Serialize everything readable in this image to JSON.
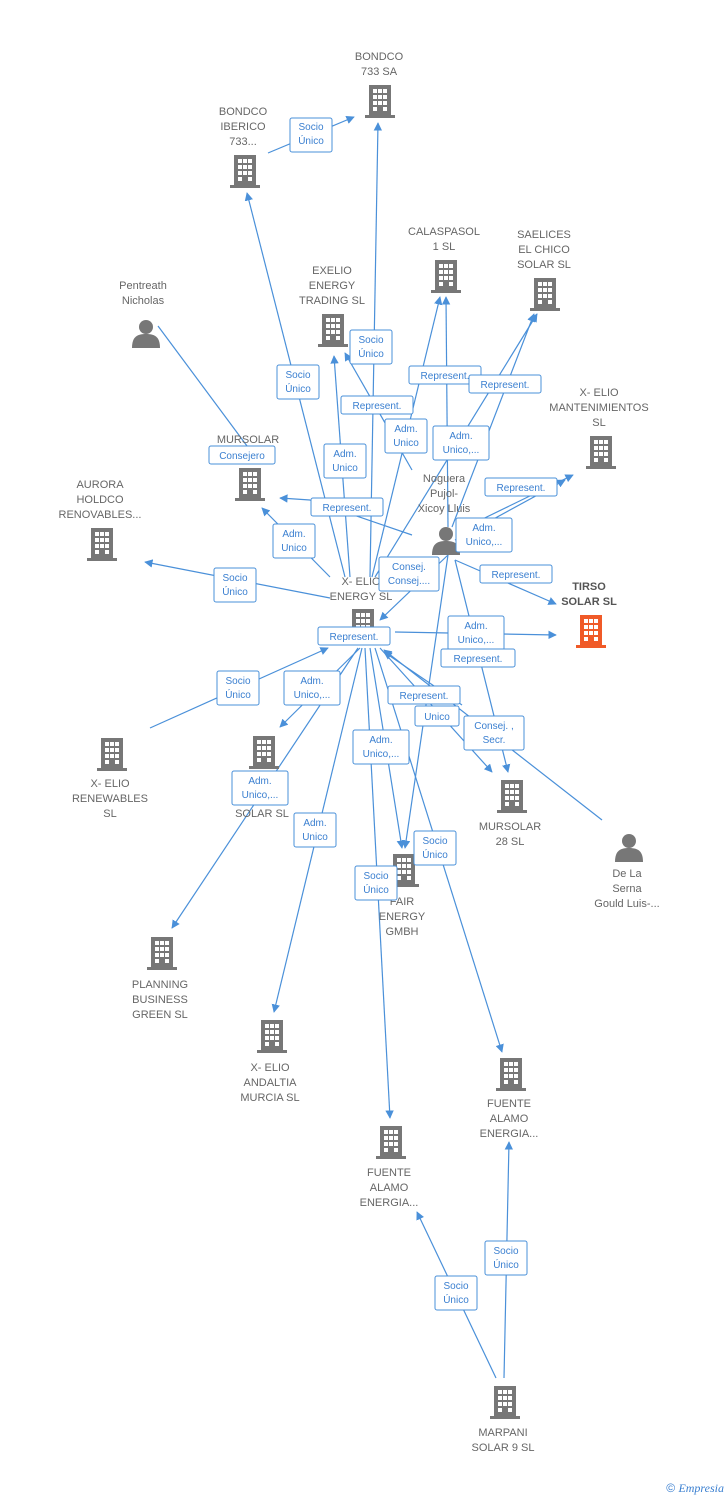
{
  "colors": {
    "edge": "#4a90d9",
    "node": "#777777",
    "highlight": "#f05a28",
    "label": "#666666"
  },
  "footer": {
    "copyright": "©",
    "brand": "Empresia"
  },
  "nodes": [
    {
      "id": "bondco733",
      "type": "company",
      "lines": [
        "BONDCO",
        "733 SA"
      ]
    },
    {
      "id": "bondcoIberico",
      "type": "company",
      "lines": [
        "BONDCO",
        "IBERICO",
        "733..."
      ]
    },
    {
      "id": "calaspasol",
      "type": "company",
      "lines": [
        "CALASPASOL",
        "1  SL"
      ]
    },
    {
      "id": "saelices",
      "type": "company",
      "lines": [
        "SAELICES",
        "EL CHICO",
        "SOLAR SL"
      ]
    },
    {
      "id": "exelioTrading",
      "type": "company",
      "lines": [
        "EXELIO",
        "ENERGY",
        "TRADING  SL"
      ]
    },
    {
      "id": "pentreath",
      "type": "person",
      "lines": [
        "Pentreath",
        "Nicholas"
      ]
    },
    {
      "id": "xelioMant",
      "type": "company",
      "lines": [
        "X- ELIO",
        "MANTENIMIENTOS",
        "SL"
      ]
    },
    {
      "id": "mursolar",
      "type": "company",
      "lines": [
        "MURSOLAR"
      ]
    },
    {
      "id": "aurora",
      "type": "company",
      "lines": [
        "AURORA",
        "HOLDCO",
        "RENOVABLES..."
      ]
    },
    {
      "id": "noguera",
      "type": "person",
      "lines": [
        "Noguera",
        "Pujol-",
        "Xicoy Lluis"
      ]
    },
    {
      "id": "tirso",
      "type": "company",
      "highlight": true,
      "lines": [
        "TIRSO",
        "SOLAR  SL"
      ]
    },
    {
      "id": "xelioEnergy",
      "type": "company",
      "lines": [
        "X- ELIO",
        "ENERGY  SL"
      ]
    },
    {
      "id": "xelioRenew",
      "type": "company",
      "lines": [
        "X- ELIO",
        "RENEWABLES",
        "SL"
      ]
    },
    {
      "id": "solarSL",
      "type": "company",
      "lines": [
        "SOLAR SL"
      ]
    },
    {
      "id": "mursolar28",
      "type": "company",
      "lines": [
        "MURSOLAR",
        "28 SL"
      ]
    },
    {
      "id": "delaserna",
      "type": "person",
      "lines": [
        "De La",
        "Serna",
        "Gould Luis-..."
      ]
    },
    {
      "id": "fairEnergy",
      "type": "company",
      "lines": [
        "FAIR",
        "ENERGY",
        "GMBH"
      ]
    },
    {
      "id": "planning",
      "type": "company",
      "lines": [
        "PLANNING",
        "BUSINESS",
        "GREEN  SL"
      ]
    },
    {
      "id": "xelioAndaltia",
      "type": "company",
      "lines": [
        "X- ELIO",
        "ANDALTIA",
        "MURCIA  SL"
      ]
    },
    {
      "id": "fuenteAlamo1",
      "type": "company",
      "lines": [
        "FUENTE",
        "ALAMO",
        "ENERGIA..."
      ]
    },
    {
      "id": "fuenteAlamo2",
      "type": "company",
      "lines": [
        "FUENTE",
        "ALAMO",
        "ENERGIA..."
      ]
    },
    {
      "id": "marpani",
      "type": "company",
      "lines": [
        "MARPANI",
        "SOLAR 9  SL"
      ]
    }
  ],
  "edge_labels": [
    {
      "lines": [
        "Socio",
        "Único"
      ]
    },
    {
      "lines": [
        "Socio",
        "Único"
      ]
    },
    {
      "lines": [
        "Socio",
        "Único"
      ]
    },
    {
      "lines": [
        "Represent."
      ]
    },
    {
      "lines": [
        "Represent."
      ]
    },
    {
      "lines": [
        "Represent."
      ]
    },
    {
      "lines": [
        "Adm.",
        "Unico"
      ]
    },
    {
      "lines": [
        "Adm.",
        "Unico,..."
      ]
    },
    {
      "lines": [
        "Consejero"
      ]
    },
    {
      "lines": [
        "Adm.",
        "Unico"
      ]
    },
    {
      "lines": [
        "Represent."
      ]
    },
    {
      "lines": [
        "Represent."
      ]
    },
    {
      "lines": [
        "Adm.",
        "Unico"
      ]
    },
    {
      "lines": [
        "Adm.",
        "Unico,..."
      ]
    },
    {
      "lines": [
        "Socio",
        "Único"
      ]
    },
    {
      "lines": [
        "Consej.",
        "Consej...."
      ]
    },
    {
      "lines": [
        "Represent."
      ]
    },
    {
      "lines": [
        "Represent."
      ]
    },
    {
      "lines": [
        "Adm.",
        "Unico,..."
      ]
    },
    {
      "lines": [
        "Represent."
      ]
    },
    {
      "lines": [
        "Socio",
        "Único"
      ]
    },
    {
      "lines": [
        "Adm.",
        "Unico,..."
      ]
    },
    {
      "lines": [
        "Represent."
      ]
    },
    {
      "lines": [
        "Unico"
      ]
    },
    {
      "lines": [
        "Consej. ,",
        "Secr."
      ]
    },
    {
      "lines": [
        "Adm.",
        "Unico,..."
      ]
    },
    {
      "lines": [
        "Adm.",
        "Unico,..."
      ]
    },
    {
      "lines": [
        "Adm.",
        "Unico"
      ]
    },
    {
      "lines": [
        "Socio",
        "Único"
      ]
    },
    {
      "lines": [
        "Socio",
        "Único"
      ]
    },
    {
      "lines": [
        "Socio",
        "Único"
      ]
    },
    {
      "lines": [
        "Socio",
        "Único"
      ]
    }
  ]
}
